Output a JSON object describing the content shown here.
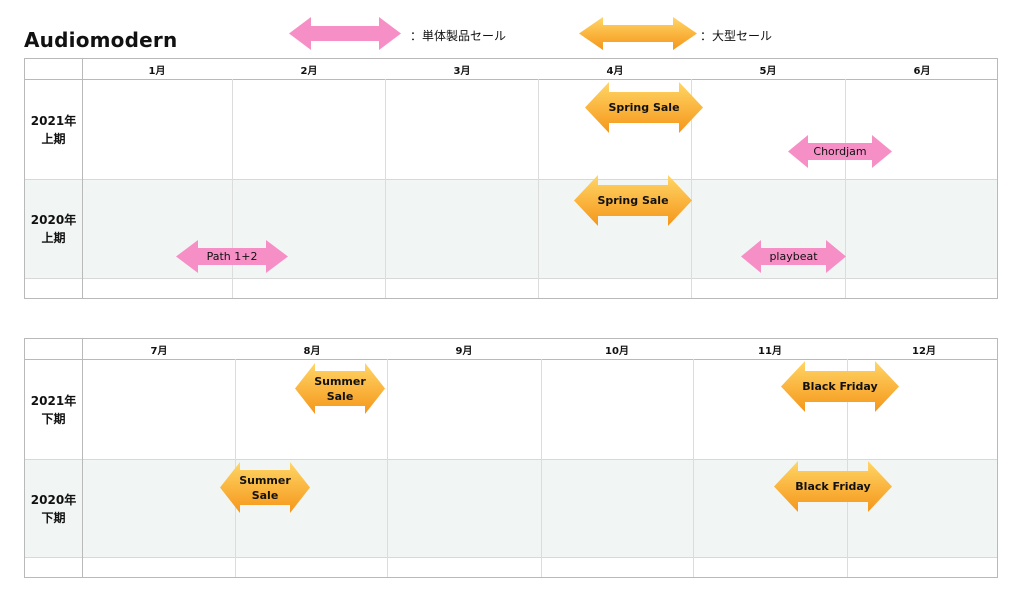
{
  "brand": "Audiomodern",
  "legend": {
    "single_label": "：単体製品セール",
    "big_label": "：大型セール"
  },
  "colors": {
    "single_fill": "#f78fc7",
    "big_fill_top": "#ffd25a",
    "big_fill_bottom": "#f59a1e",
    "grid": "#b9b9b9",
    "shaded_row": "#f1f6f5"
  },
  "top_section": {
    "months": [
      "1月",
      "2月",
      "3月",
      "4月",
      "5月",
      "6月"
    ],
    "rows": [
      {
        "year": "2021年",
        "half": "上期"
      },
      {
        "year": "2020年",
        "half": "上期"
      }
    ],
    "sales": {
      "r2021_spring": "Spring Sale",
      "r2021_chordjam": "Chordjam",
      "r2020_spring": "Spring Sale",
      "r2020_path": "Path 1+2",
      "r2020_playbeat": "playbeat"
    }
  },
  "bottom_section": {
    "months": [
      "7月",
      "8月",
      "9月",
      "10月",
      "11月",
      "12月"
    ],
    "rows": [
      {
        "year": "2021年",
        "half": "下期"
      },
      {
        "year": "2020年",
        "half": "下期"
      }
    ],
    "sales": {
      "r2021_summer": "Summer\nSale",
      "r2021_blackfriday": "Black Friday",
      "r2020_summer": "Summer\nSale",
      "r2020_blackfriday": "Black Friday"
    }
  }
}
